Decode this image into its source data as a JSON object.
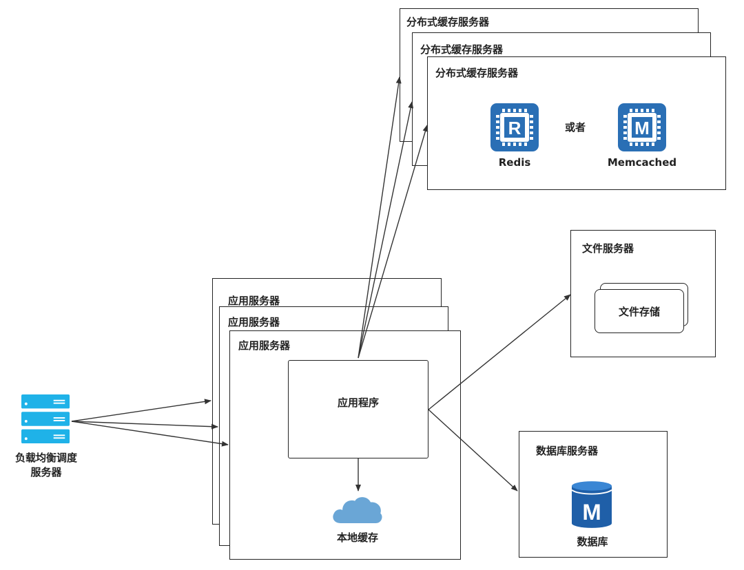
{
  "cache_cluster": {
    "title_back": "分布式缓存服务器",
    "title_mid": "分布式缓存服务器",
    "title_front": "分布式缓存服务器",
    "redis_letter": "R",
    "redis_label": "Redis",
    "or_text": "或者",
    "memcached_letter": "M",
    "memcached_label": "Memcached"
  },
  "file_server": {
    "title": "文件服务器",
    "storage_label": "文件存储"
  },
  "app_cluster": {
    "title_back": "应用服务器",
    "title_mid": "应用服务器",
    "title_front": "应用服务器",
    "program_label": "应用程序",
    "local_cache_label": "本地缓存"
  },
  "load_balancer": {
    "label_line1": "负载均衡调度",
    "label_line2": "服务器"
  },
  "db_server": {
    "title": "数据库服务器",
    "db_letter": "M",
    "db_label": "数据库"
  },
  "colors": {
    "chip_blue": "#2a6fb5",
    "cloud_blue": "#6aa6d6",
    "server_cyan": "#1fb2e8",
    "db_blue": "#1f5fa8"
  }
}
